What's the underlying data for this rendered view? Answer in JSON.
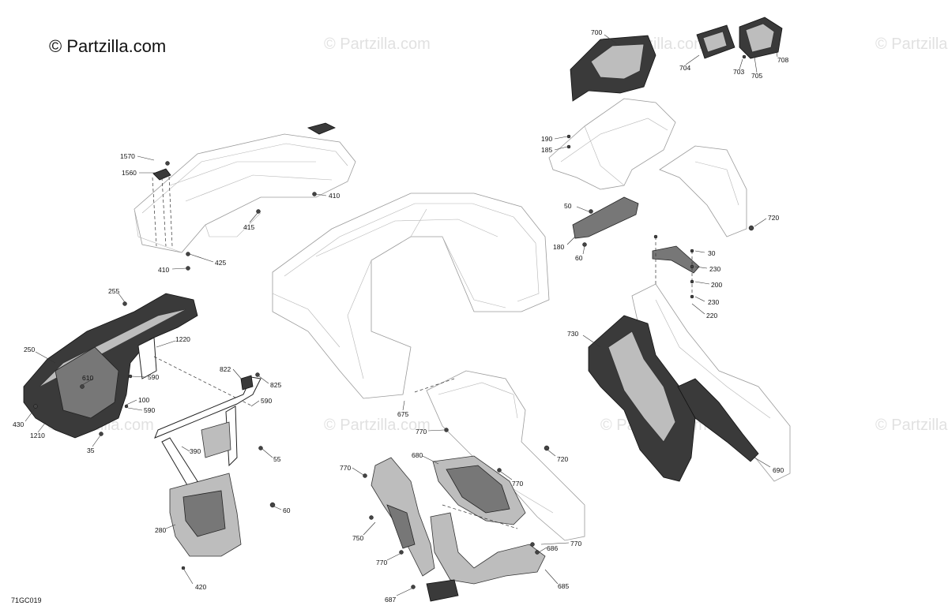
{
  "copyright": "© Partzilla.com",
  "watermark": "© Partzilla.com",
  "diagram_code": "71GC019",
  "callouts": {
    "c700": "700",
    "c704": "704",
    "c703": "703",
    "c705": "705",
    "c708": "708",
    "c190": "190",
    "c185": "185",
    "c50": "50",
    "c180": "180",
    "c60a": "60",
    "c720a": "720",
    "c30": "30",
    "c230a": "230",
    "c200": "200",
    "c230b": "230",
    "c220": "220",
    "c730": "730",
    "c690": "690",
    "c1570": "1570",
    "c1560": "1560",
    "c410a": "410",
    "c415": "415",
    "c425": "425",
    "c410b": "410",
    "c255": "255",
    "c250": "250",
    "c1220": "1220",
    "c610": "610",
    "c590a": "590",
    "c100": "100",
    "c590b": "590",
    "c430": "430",
    "c1210": "1210",
    "c35": "35",
    "c822": "822",
    "c825": "825",
    "c590c": "590",
    "c390": "390",
    "c55": "55",
    "c60b": "60",
    "c280": "280",
    "c420": "420",
    "c675": "675",
    "c770a": "770",
    "c720b": "720",
    "c770b": "770",
    "c680": "680",
    "c770c": "770",
    "c750": "750",
    "c770d": "770",
    "c686": "686",
    "c770e": "770",
    "c687": "687",
    "c685": "685"
  }
}
